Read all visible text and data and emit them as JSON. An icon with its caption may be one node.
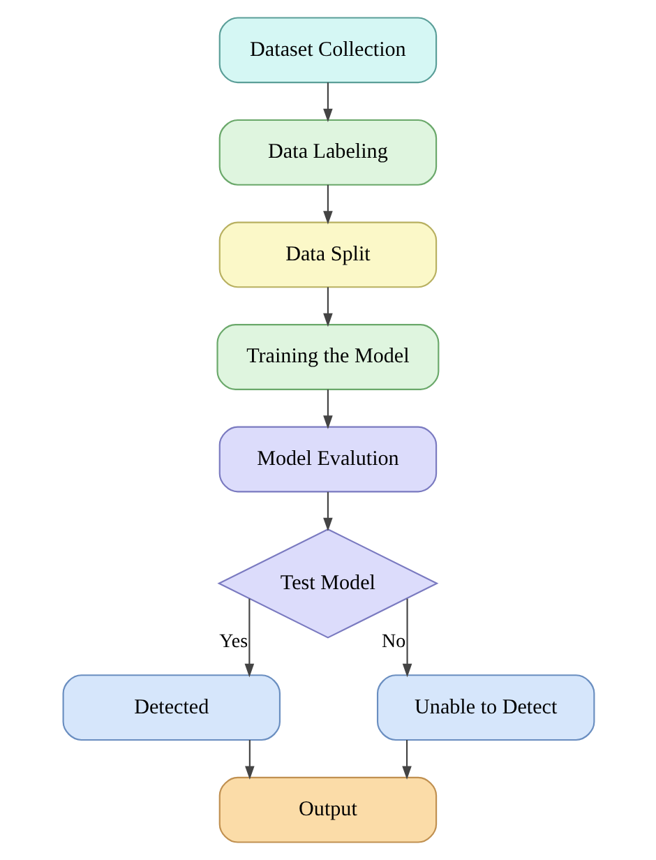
{
  "diagram": {
    "nodes": [
      {
        "text": [
          "Dataset Collection"
        ]
      },
      {
        "text": [
          "Data Labeling"
        ]
      },
      {
        "text": [
          "Data Split"
        ]
      },
      {
        "text": [
          "Training the Model"
        ]
      },
      {
        "text": [
          "Model Evalution"
        ]
      },
      {
        "text": [
          "Test Model"
        ]
      },
      {
        "text": [
          "Detected"
        ]
      },
      {
        "text": [
          "Unable to Detect"
        ]
      },
      {
        "text": [
          "Output"
        ]
      }
    ],
    "edges": [
      {
        "from": 0,
        "to": 1,
        "arrow": "to"
      },
      {
        "from": 1,
        "to": 2,
        "arrow": "to"
      },
      {
        "from": 2,
        "to": 3,
        "arrow": "to"
      },
      {
        "from": 3,
        "to": 4,
        "arrow": "to"
      },
      {
        "from": 4,
        "to": 5,
        "arrow": "to"
      },
      {
        "from": 5,
        "to": 6,
        "arrow": "to",
        "label": "Yes"
      },
      {
        "from": 5,
        "to": 7,
        "arrow": "to",
        "label": "No"
      },
      {
        "from": 6,
        "to": 8,
        "arrow": "to"
      },
      {
        "from": 7,
        "to": 8,
        "arrow": "to"
      }
    ]
  }
}
